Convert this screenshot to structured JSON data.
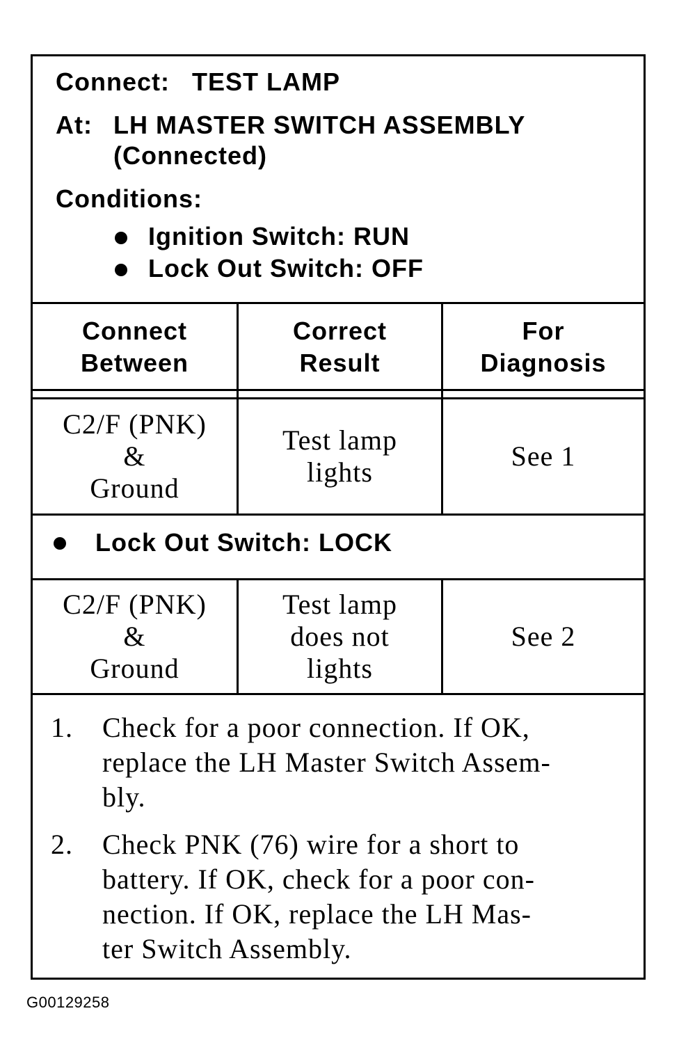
{
  "header": {
    "connect_label": "Connect:",
    "connect_value": "TEST LAMP",
    "at_label": "At:",
    "at_value_line1": "LH MASTER SWITCH ASSEMBLY",
    "at_value_line2": "(Connected)",
    "conditions_label": "Conditions:",
    "conditions": [
      "Ignition Switch: RUN",
      "Lock Out Switch: OFF"
    ]
  },
  "table": {
    "columns": [
      {
        "line1": "Connect",
        "line2": "Between"
      },
      {
        "line1": "Correct",
        "line2": "Result"
      },
      {
        "line1": "For",
        "line2": "Diagnosis"
      }
    ],
    "row1": {
      "connect": [
        "C2/F (PNK)",
        "&",
        "Ground"
      ],
      "result": [
        "Test lamp",
        "lights"
      ],
      "diagnosis": "See 1"
    },
    "condition_row": "Lock Out Switch: LOCK",
    "row2": {
      "connect": [
        "C2/F (PNK)",
        "&",
        "Ground"
      ],
      "result": [
        "Test lamp",
        "does not",
        "lights"
      ],
      "diagnosis": "See 2"
    }
  },
  "notes": [
    {
      "number": "1.",
      "lines": [
        "Check for a poor connection. If OK,",
        "replace the LH Master Switch Assem-",
        "bly."
      ]
    },
    {
      "number": "2.",
      "lines": [
        "Check PNK (76) wire for a short to",
        "battery. If OK, check for a poor con-",
        "nection. If OK, replace the LH Mas-",
        "ter Switch Assembly."
      ]
    }
  ],
  "figure_id": "G00129258"
}
